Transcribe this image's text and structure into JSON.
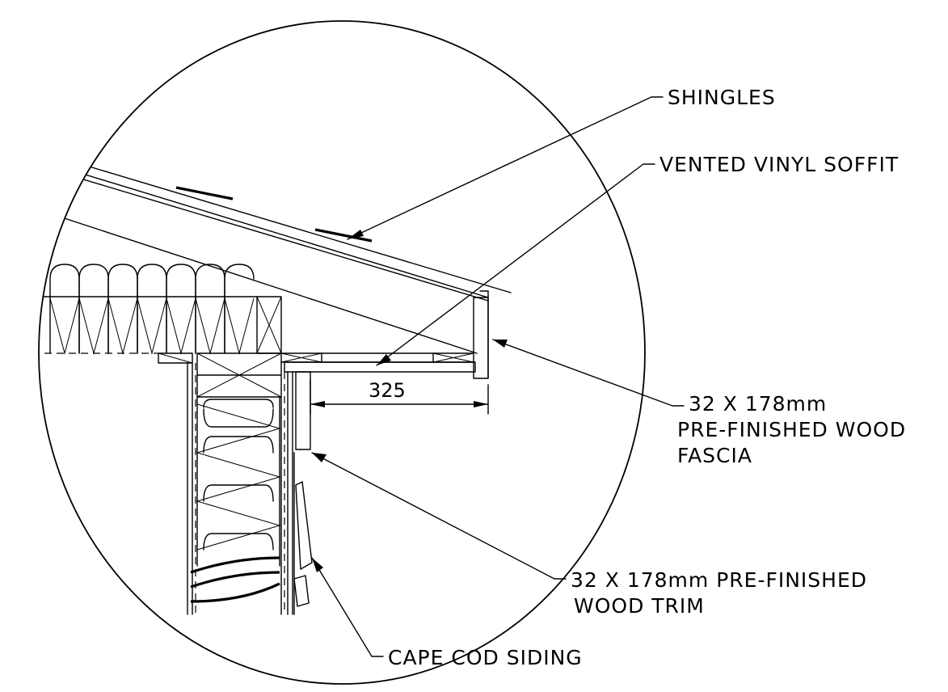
{
  "labels": {
    "shingles": "SHINGLES",
    "soffit": "VENTED VINYL SOFFIT",
    "fascia_line1": "32 X 178mm",
    "fascia_line2": "PRE-FINISHED WOOD",
    "fascia_line3": "FASCIA",
    "trim_line1": "32 X 178mm PRE-FINISHED",
    "trim_line2": "WOOD TRIM",
    "siding": "CAPE COD SIDING"
  },
  "dimension": {
    "overhang": "325"
  }
}
